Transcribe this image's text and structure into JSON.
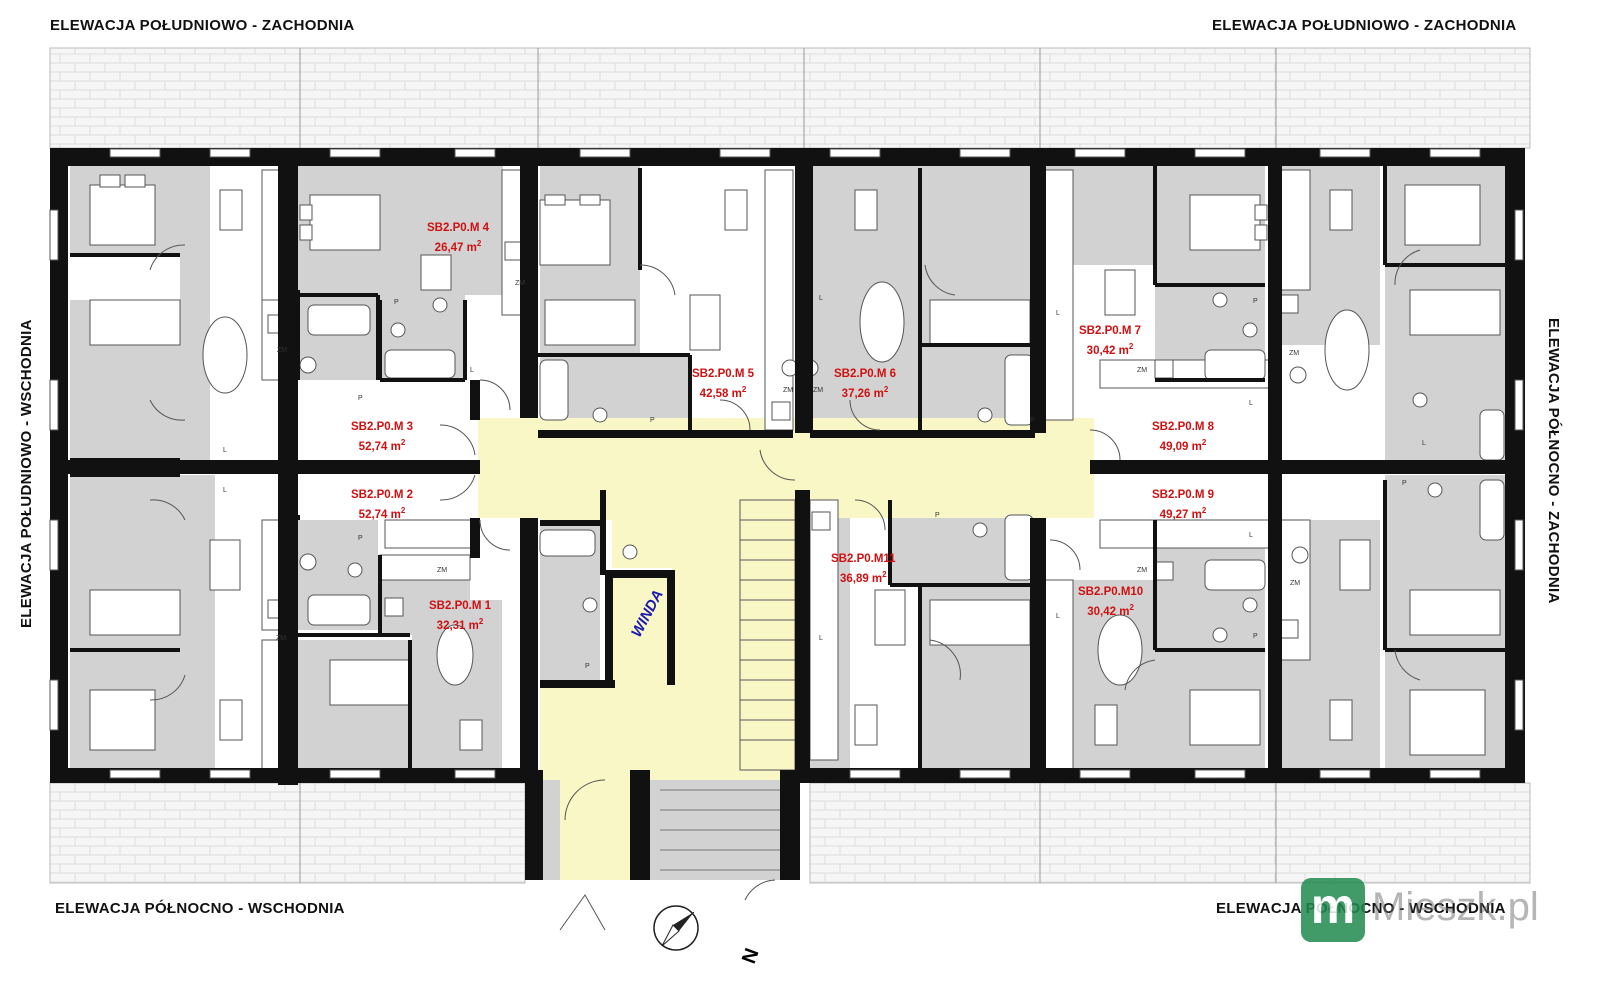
{
  "elevations": {
    "top_left": "ELEWACJA POŁUDNIOWO - ZACHODNIA",
    "top_right": "ELEWACJA POŁUDNIOWO - ZACHODNIA",
    "left": "ELEWACJA POŁUDNIOWO - WSCHODNIA",
    "right": "ELEWACJA PÓŁNOCNO - ZACHODNIA",
    "bottom_left": "ELEWACJA PÓŁNOCNO - WSCHODNIA",
    "bottom_right": "ELEWACJA PÓŁNOCNO - WSCHODNIA"
  },
  "units": [
    {
      "id": "SB2.P0.M 4",
      "area": "26,47 m",
      "sup": "2"
    },
    {
      "id": "SB2.P0.M 3",
      "area": "52,74 m",
      "sup": "2"
    },
    {
      "id": "SB2.P0.M 2",
      "area": "52,74 m",
      "sup": "2"
    },
    {
      "id": "SB2.P0.M 1",
      "area": "32,31 m",
      "sup": "2"
    },
    {
      "id": "SB2.P0.M 5",
      "area": "42,58 m",
      "sup": "2"
    },
    {
      "id": "SB2.P0.M 6",
      "area": "37,26 m",
      "sup": "2"
    },
    {
      "id": "SB2.P0.M 7",
      "area": "30,42 m",
      "sup": "2"
    },
    {
      "id": "SB2.P0.M 8",
      "area": "49,09 m",
      "sup": "2"
    },
    {
      "id": "SB2.P0.M 9",
      "area": "49,27 m",
      "sup": "2"
    },
    {
      "id": "SB2.P0.M10",
      "area": "30,42 m",
      "sup": "2"
    },
    {
      "id": "SB2.P0.M11",
      "area": "36,89 m",
      "sup": "2"
    }
  ],
  "elevator_label": "WINDA",
  "compass_label": "N",
  "watermark": {
    "logo": "m",
    "brand": "Mieszk.pl"
  },
  "colors": {
    "wall": "#111111",
    "room": "#d2d2d2",
    "corridor": "#faf7c6",
    "unit_label": "#d01010",
    "elevator_label": "#1a1ab0",
    "logo": "#1f8a4f"
  },
  "fixture_labels": {
    "zm": "ZM",
    "l": "L",
    "p": "P"
  }
}
